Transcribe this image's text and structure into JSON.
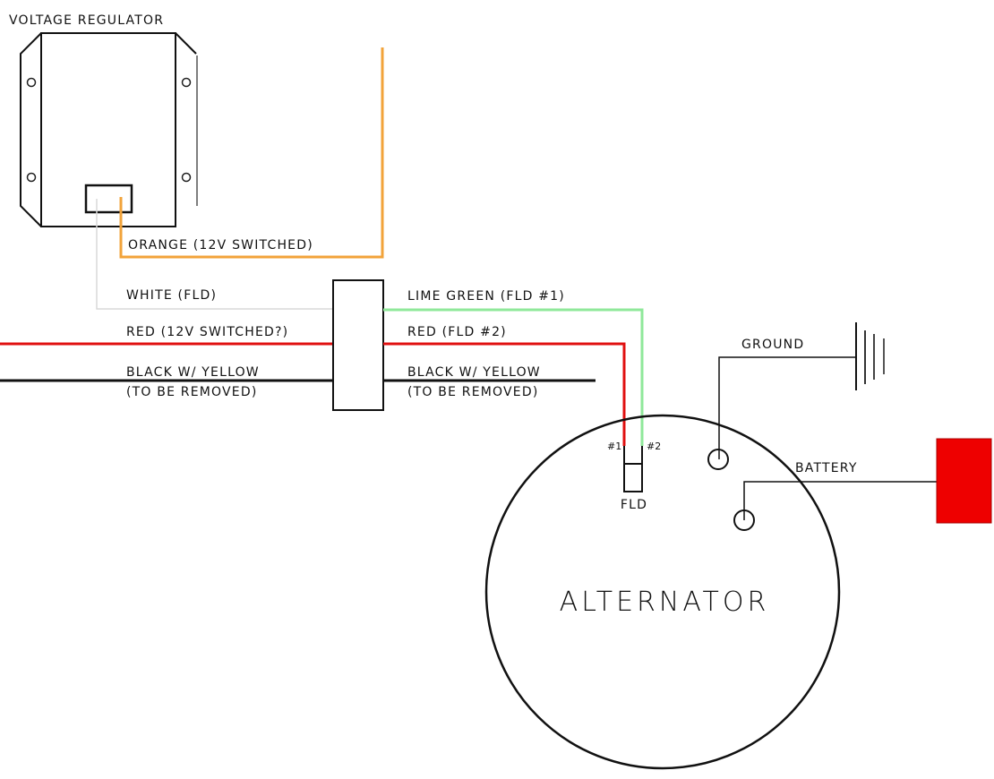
{
  "title": "Voltage Regulator to Alternator Wiring",
  "components": {
    "voltage_regulator": {
      "label": "VOLTAGE REGULATOR"
    },
    "connector": {
      "label": ""
    },
    "alternator": {
      "label": "ALTERNATOR",
      "terminals": {
        "field": {
          "label": "FLD",
          "pin1": "#1",
          "pin2": "#2"
        },
        "ground": {
          "label": ""
        },
        "battery": {
          "label": ""
        }
      }
    },
    "ground_symbol": {
      "label": "GROUND"
    },
    "battery": {
      "label": "BATTERY"
    }
  },
  "wires": {
    "orange": {
      "label": "ORANGE (12V SWITCHED)",
      "color": "#f2a33a"
    },
    "white": {
      "label": "WHITE (FLD)",
      "color": "#d9d9d9"
    },
    "red_in": {
      "label": "RED (12V SWITCHED?)",
      "color": "#e01010"
    },
    "black_in": {
      "label_line1": "BLACK W/ YELLOW",
      "label_line2": "(TO BE REMOVED)",
      "color": "#111111"
    },
    "lime_green": {
      "label": "LIME GREEN (FLD #1)",
      "color": "#8fe89a"
    },
    "red_out": {
      "label": "RED (FLD #2)",
      "color": "#e01010"
    },
    "black_out": {
      "label_line1": "BLACK W/ YELLOW",
      "label_line2": "(TO BE REMOVED)",
      "color": "#111111"
    },
    "ground_wire": {
      "color": "#111111"
    },
    "battery_wire": {
      "color": "#111111"
    }
  },
  "colors": {
    "battery_fill": "#ee0000",
    "outline": "#111111"
  }
}
